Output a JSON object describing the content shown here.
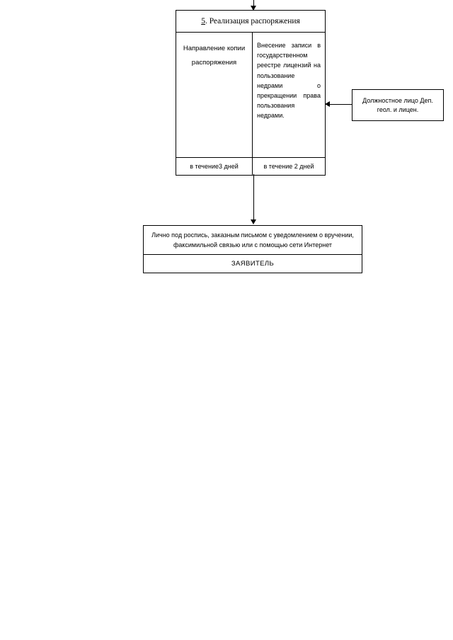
{
  "diagram": {
    "title": "5. Реализация распоряжения",
    "title_number": "5",
    "title_rest": ". Реализация распоряжения",
    "process_table": {
      "header": "5. Реализация распоряжения",
      "columns": [
        {
          "task": "Направление копии распоряжения",
          "duration": "в течение3 дней"
        },
        {
          "task": "Внесение записи в государственном реестре лицензий на пользование недрами о прекращении права пользования недрами.",
          "duration": "в течение 2 дней"
        }
      ]
    },
    "actor_box": {
      "label": "Должностное лицо Деп. геол. и лицен."
    },
    "applicant_box": {
      "delivery_methods": "Лично под роспись, заказным письмом с уведомлением о вручении, факсимильной связью или с помощью сети Интернет",
      "recipient": "ЗАЯВИТЕЛЬ"
    },
    "connectors": [
      {
        "name": "incoming-top-arrow",
        "direction": "down"
      },
      {
        "name": "actor-to-table-arrow",
        "direction": "left"
      },
      {
        "name": "table-to-applicant-arrow",
        "direction": "down"
      }
    ],
    "colors": {
      "line": "#000000",
      "background": "#ffffff",
      "text": "#000000"
    }
  }
}
